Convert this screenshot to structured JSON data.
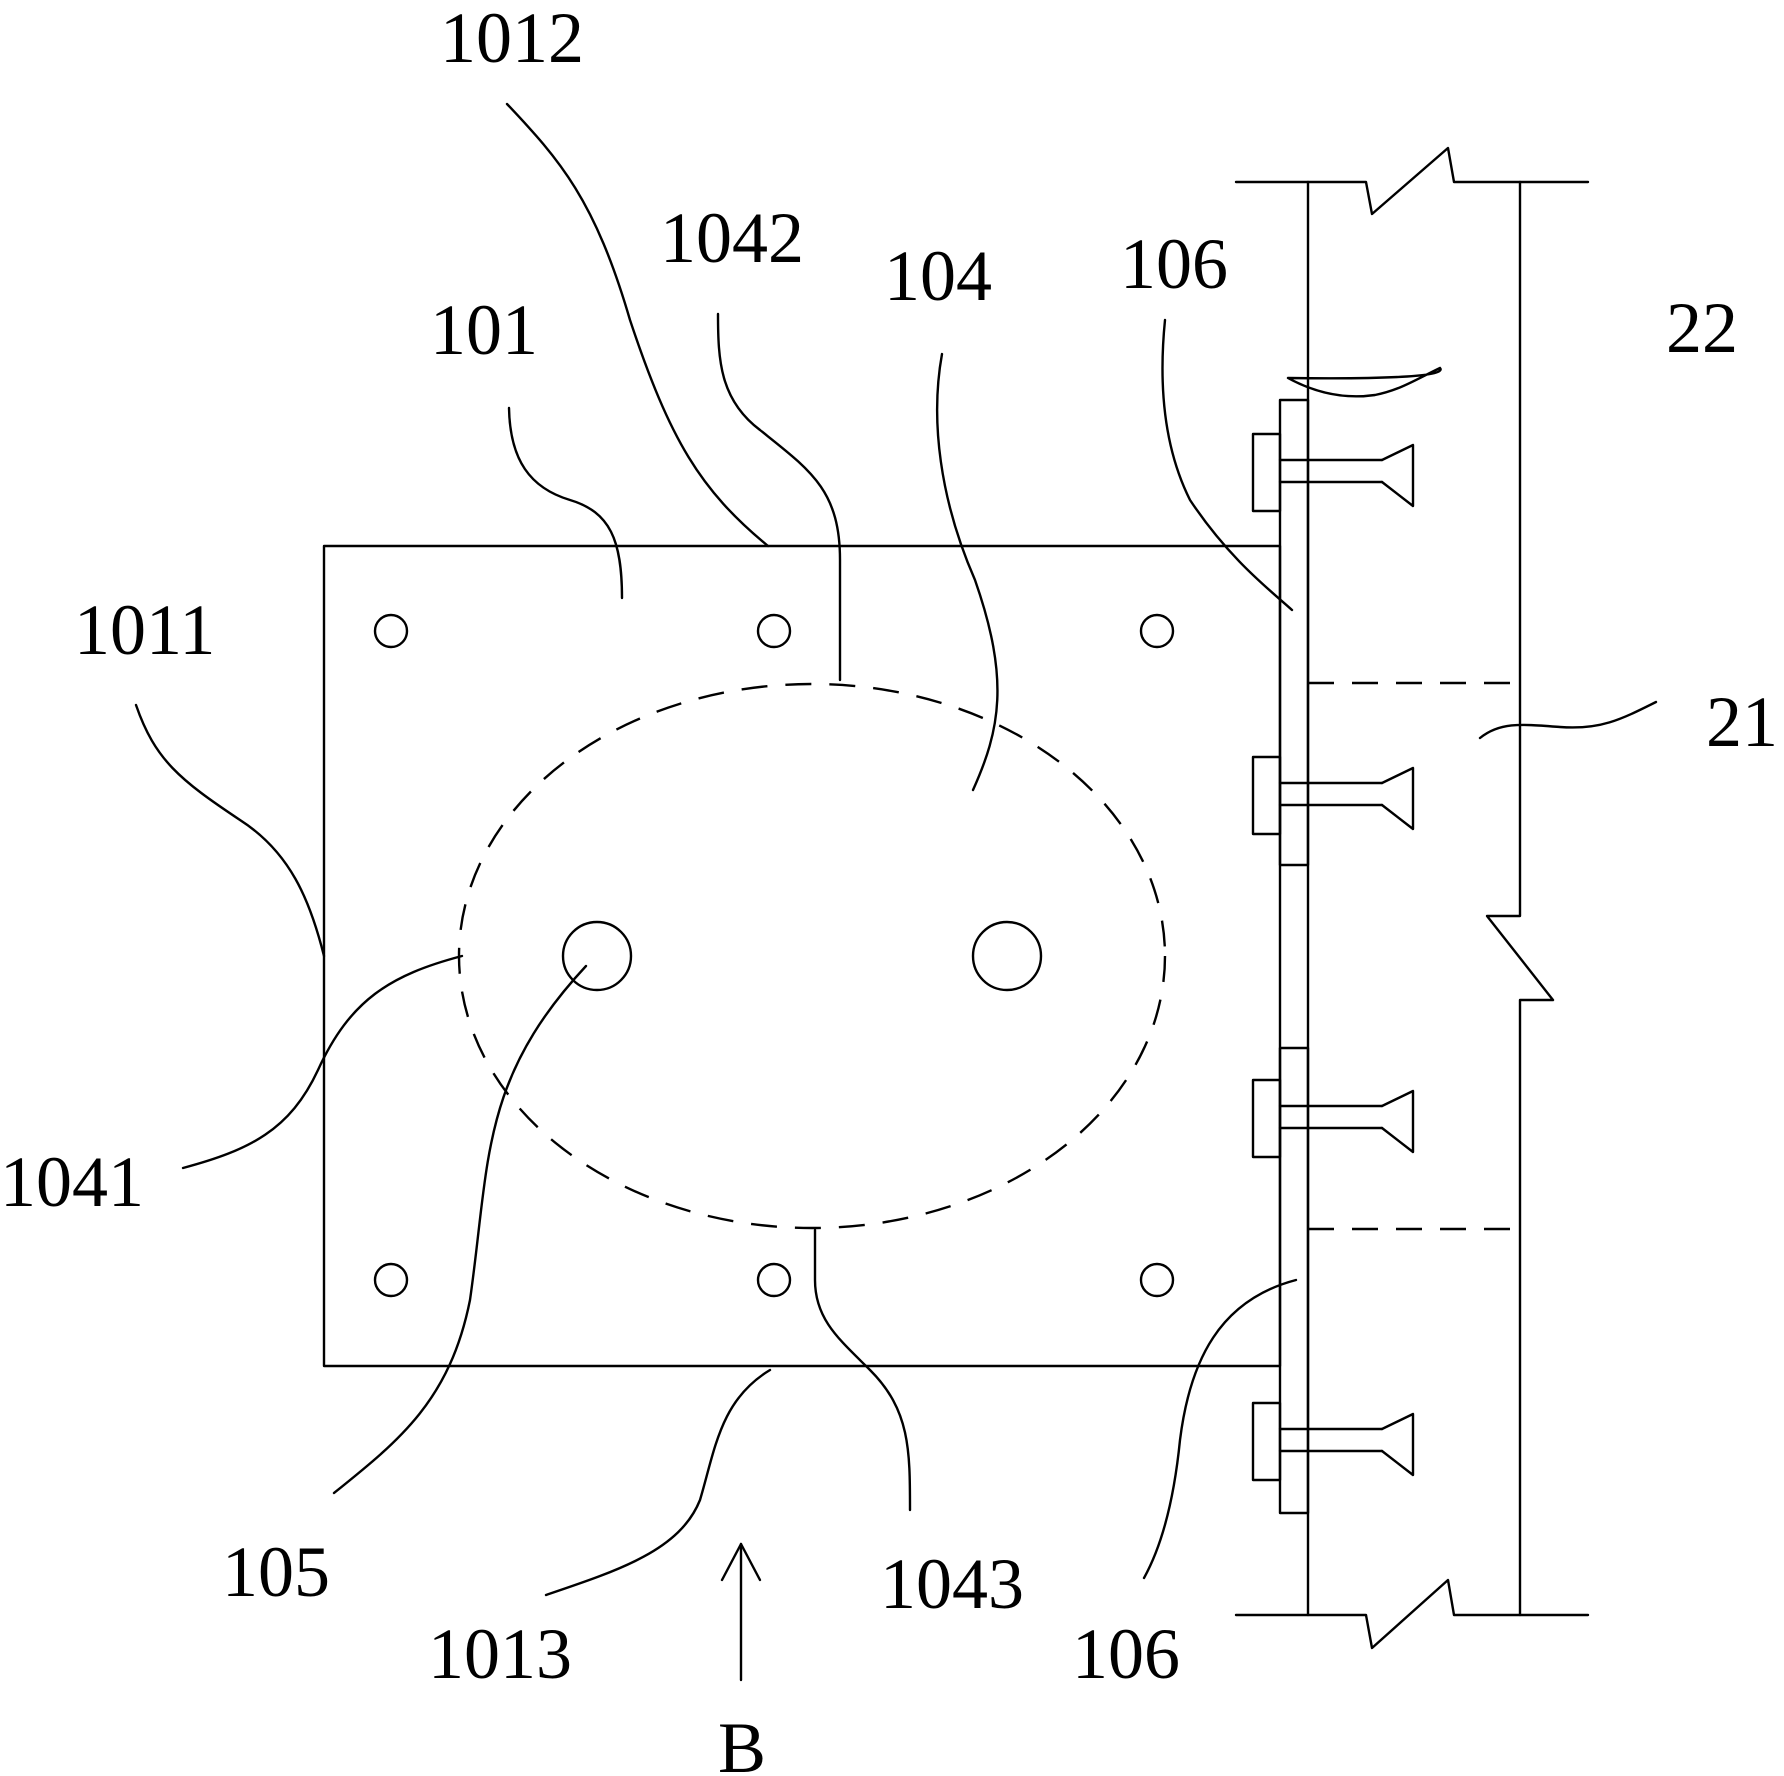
{
  "labels": {
    "l1012": "1012",
    "l1042": "1042",
    "l104": "104",
    "l106_top": "106",
    "l22": "22",
    "l101": "101",
    "l1011": "1011",
    "l21": "21",
    "l1041": "1041",
    "l105": "105",
    "l1043": "1043",
    "l1013": "1013",
    "l106_bottom": "106",
    "lB": "B"
  }
}
